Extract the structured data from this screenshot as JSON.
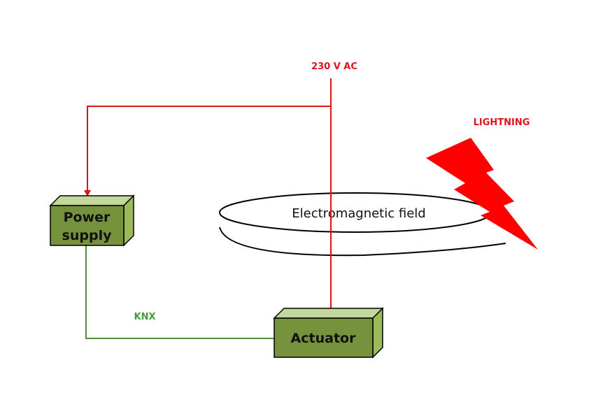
{
  "diagram": {
    "labels": {
      "supply_voltage": "230 V AC",
      "lightning": "LIGHTNING",
      "bus": "KNX",
      "field": "Electromagnetic field"
    },
    "nodes": {
      "power_supply": {
        "line1": "Power",
        "line2": "supply"
      },
      "actuator": {
        "label": "Actuator"
      }
    },
    "connections": [
      {
        "from": "230 V AC",
        "to": "Power supply",
        "type": "mains",
        "color": "#d9141b"
      },
      {
        "from": "230 V AC",
        "to": "Actuator",
        "type": "mains",
        "color": "#d9141b"
      },
      {
        "from": "Power supply",
        "to": "Actuator",
        "type": "KNX bus",
        "color": "#4f8f3a"
      }
    ],
    "colors": {
      "mains": "#d9141b",
      "bus": "#4f8f3a",
      "box_front": "#76923c",
      "box_top": "#c3d69b",
      "box_side": "#9bbb59",
      "lightning": "#ff0000"
    }
  }
}
